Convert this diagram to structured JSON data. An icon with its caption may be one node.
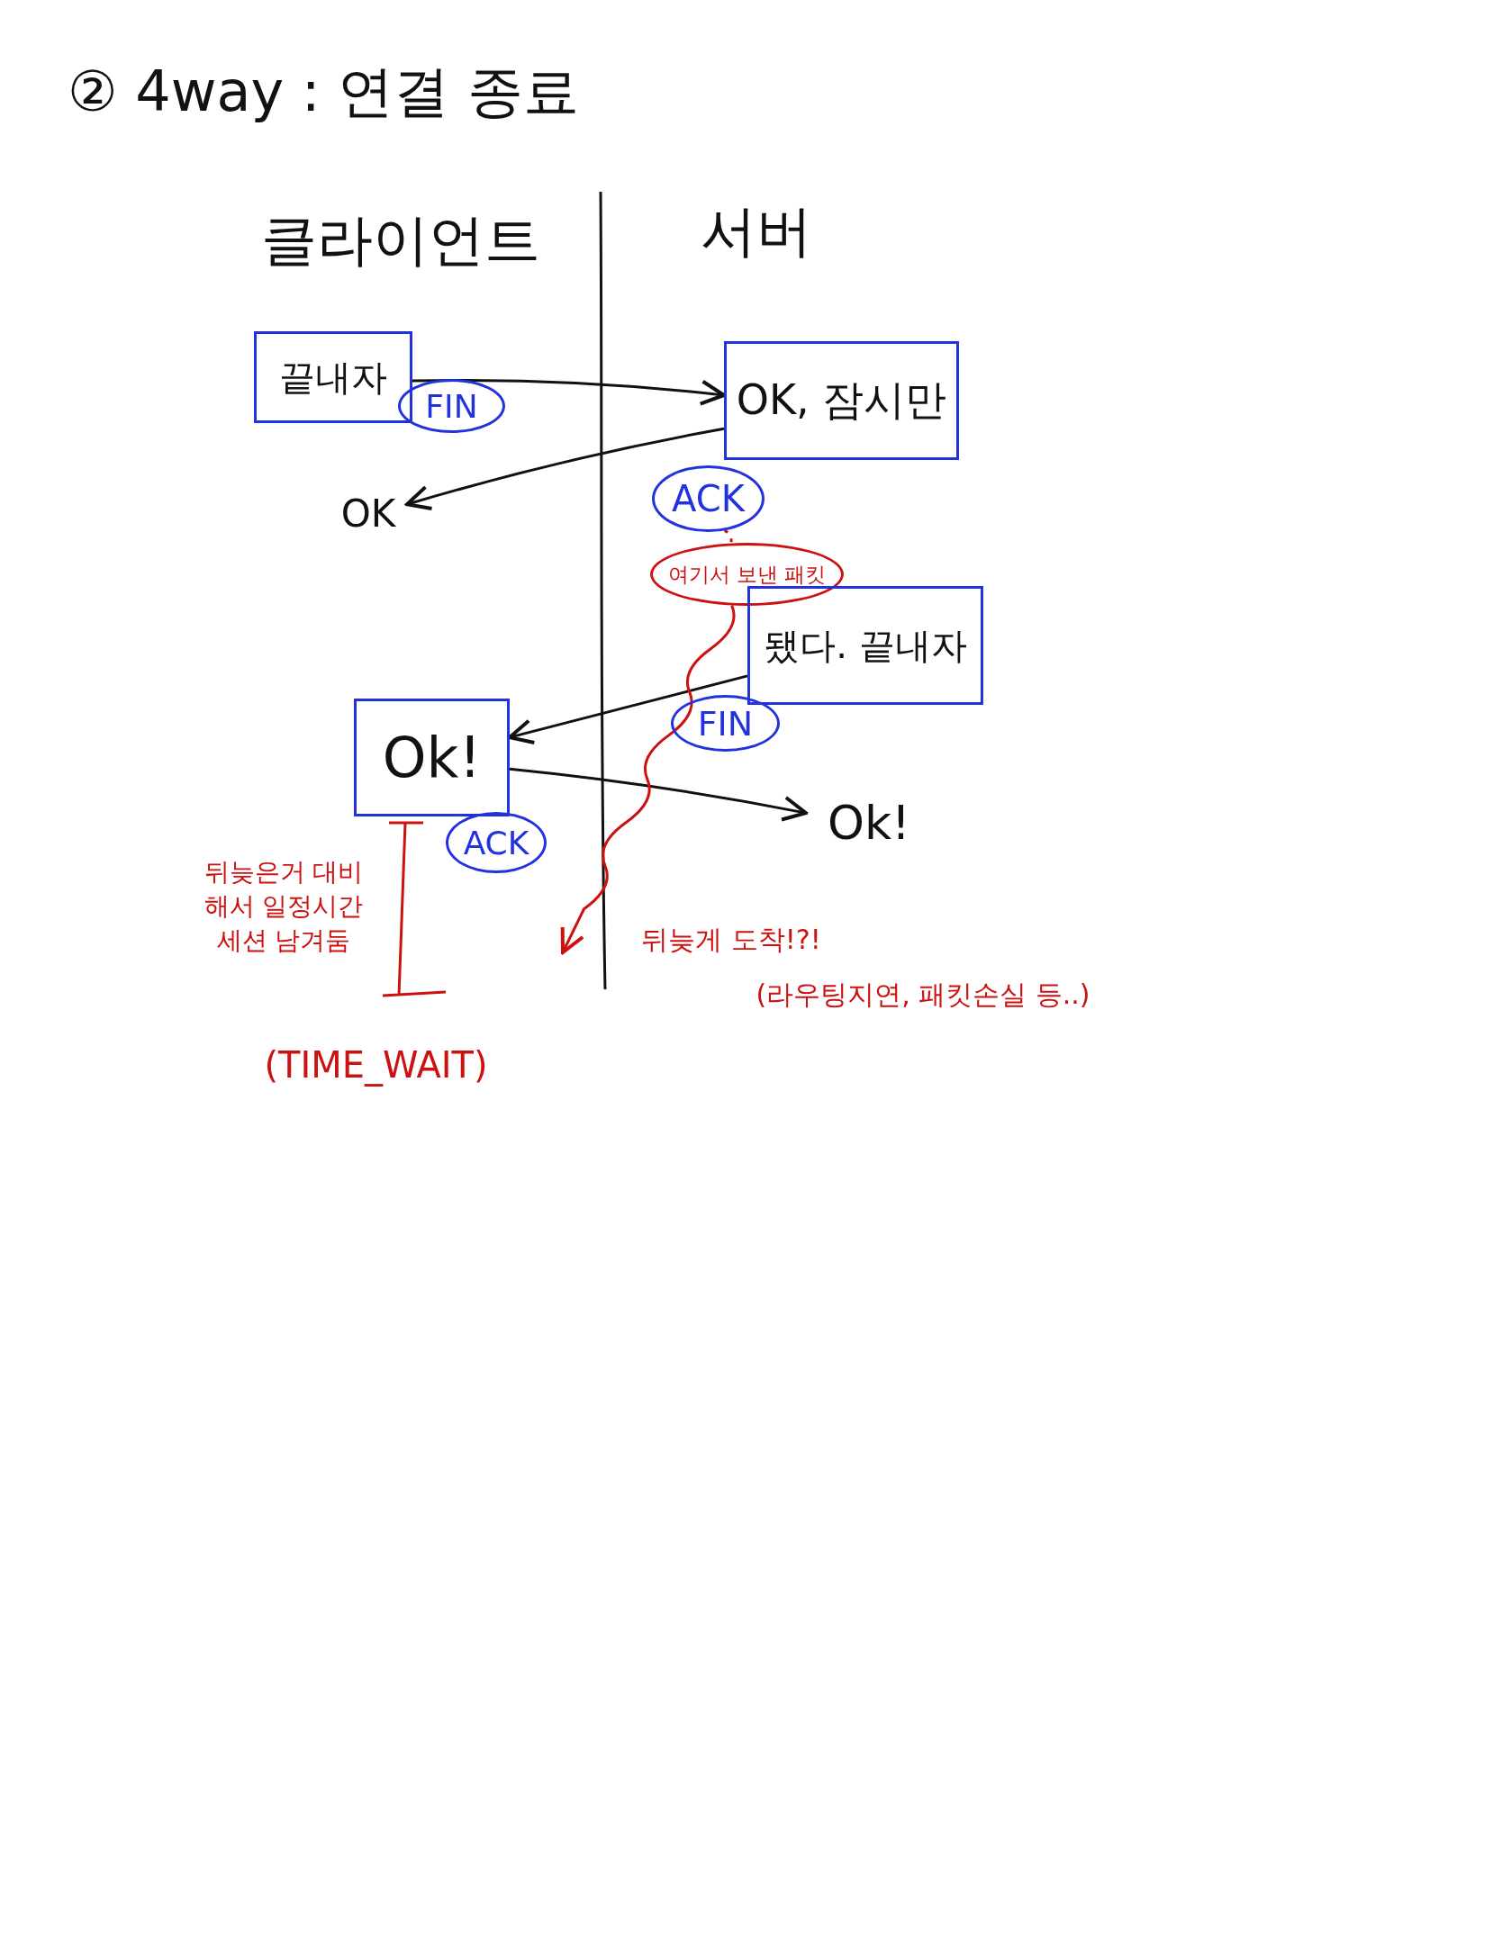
{
  "diagram": {
    "title": "② 4way : 연결 종료",
    "nodes": [
      {
        "text": [
          "끝내자"
        ]
      },
      {
        "text": [
          "FIN"
        ]
      },
      {
        "text": [
          "OK, 잠시만"
        ]
      },
      {
        "text": [
          "ACK"
        ]
      },
      {
        "text": [
          "OK"
        ]
      },
      {
        "text": [
          "여기서 보낸 패킷"
        ]
      },
      {
        "text": [
          "됐다. 끝내자"
        ]
      },
      {
        "text": [
          "FIN"
        ]
      },
      {
        "text": [
          "Ok!"
        ]
      },
      {
        "text": [
          "ACK"
        ]
      },
      {
        "text": [
          "Ok!"
        ]
      }
    ],
    "edges": [
      {
        "from": 0,
        "to": 2,
        "arrow": "to"
      },
      {
        "from": 2,
        "to": 4,
        "arrow": "to"
      },
      {
        "from": 3,
        "to": 5,
        "arrow": "none",
        "style": "dashed",
        "color": "#cc1111"
      },
      {
        "from": 6,
        "to": 8,
        "arrow": "to"
      },
      {
        "from": 8,
        "to": 10,
        "arrow": "to"
      },
      {
        "from": 5,
        "to": null,
        "arrow": "to",
        "color": "#cc1111"
      }
    ],
    "labels": [
      "클라이언트",
      "서버",
      "뒤늦은거 대비해서 일정시간 세션 남겨둠",
      "(TIME_WAIT)",
      "뒤늦게 도착!?!",
      "(라우팅지연, 패킷손실 등..)"
    ]
  }
}
